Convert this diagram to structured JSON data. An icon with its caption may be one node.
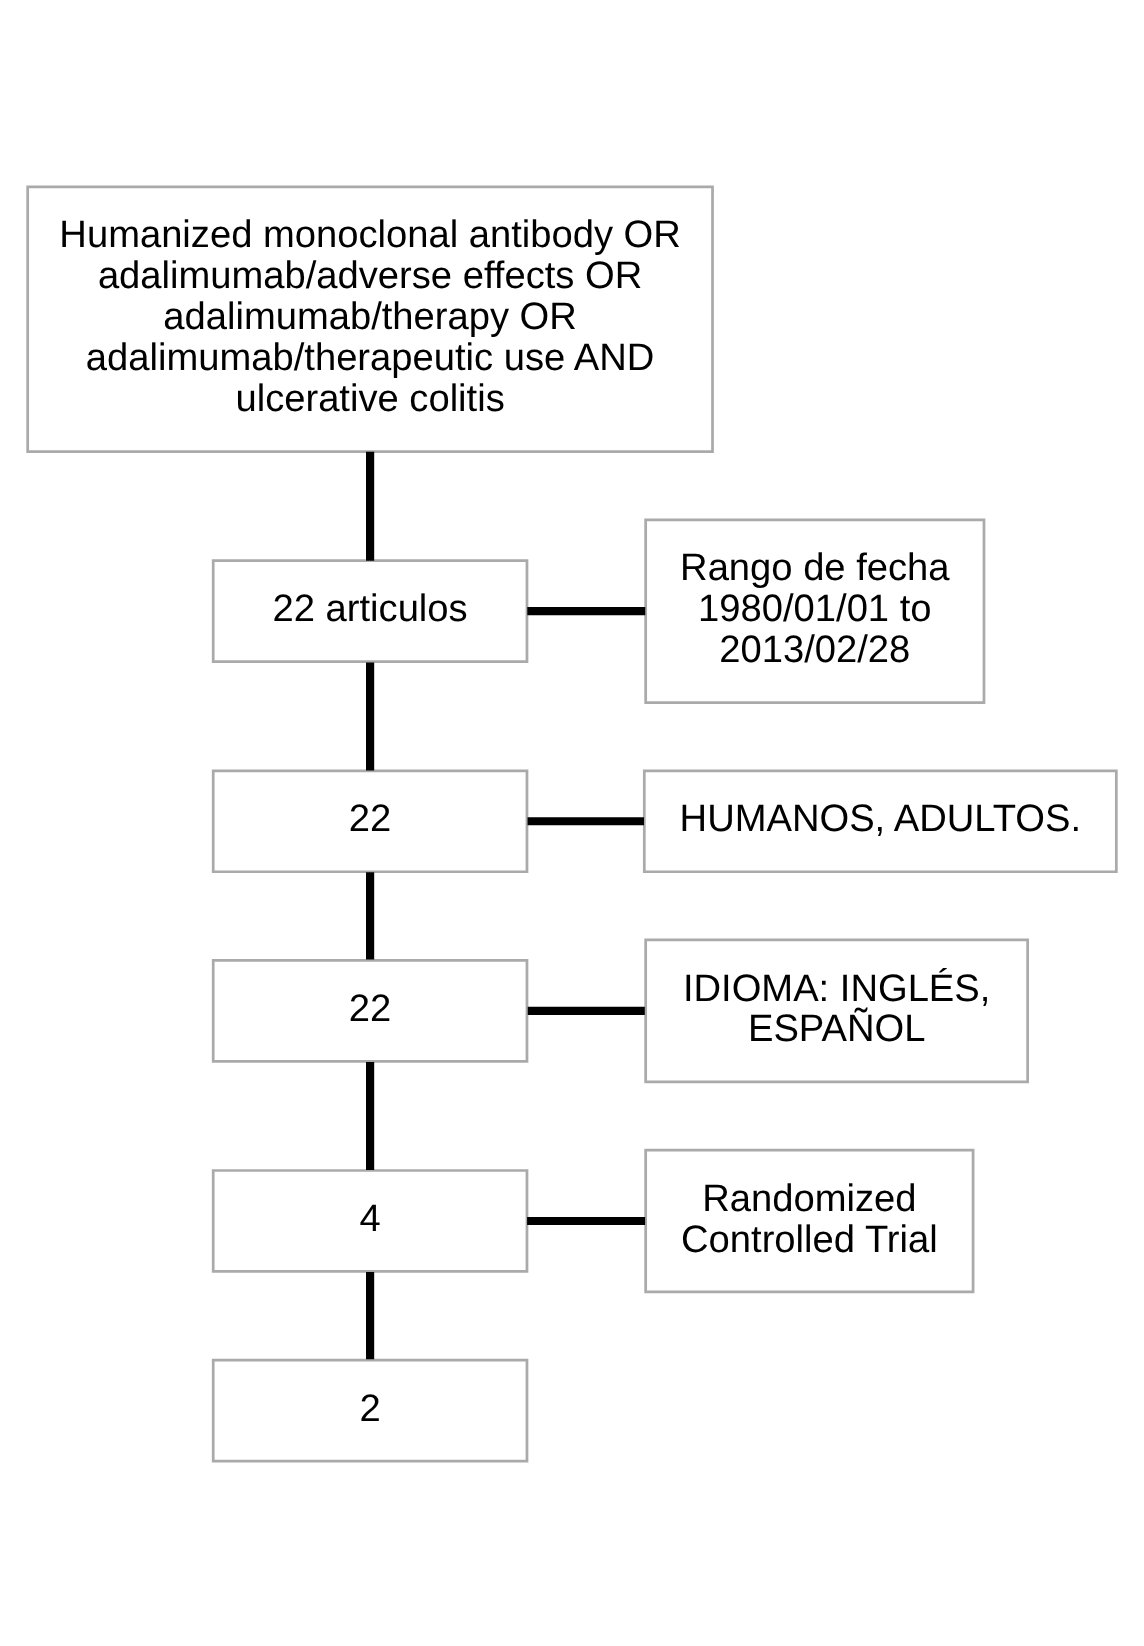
{
  "diagram": {
    "nodes": [
      {
        "text": [
          "Humanized monoclonal antibody OR adalimumab/adverse effects OR adalimumab/therapy OR adalimumab/therapeutic use AND ulcerative colitis"
        ]
      },
      {
        "text": [
          "22 articulos"
        ]
      },
      {
        "text": [
          "Rango de fecha 1980/01/01 to 2013/02/28"
        ]
      },
      {
        "text": [
          "22"
        ]
      },
      {
        "text": [
          "HUMANOS, ADULTOS."
        ]
      },
      {
        "text": [
          "22"
        ]
      },
      {
        "text": [
          "IDIOMA: INGLÉS, ESPAÑOL"
        ]
      },
      {
        "text": [
          "4"
        ]
      },
      {
        "text": [
          "Randomized Controlled Trial"
        ]
      },
      {
        "text": [
          "2"
        ]
      }
    ],
    "edges": [
      {
        "from": 0,
        "to": 1,
        "arrow": "none"
      },
      {
        "from": 1,
        "to": 2,
        "arrow": "none"
      },
      {
        "from": 1,
        "to": 3,
        "arrow": "none"
      },
      {
        "from": 3,
        "to": 4,
        "arrow": "none"
      },
      {
        "from": 3,
        "to": 5,
        "arrow": "none"
      },
      {
        "from": 5,
        "to": 6,
        "arrow": "none"
      },
      {
        "from": 5,
        "to": 7,
        "arrow": "none"
      },
      {
        "from": 7,
        "to": 8,
        "arrow": "none"
      },
      {
        "from": 7,
        "to": 9,
        "arrow": "none"
      }
    ]
  }
}
